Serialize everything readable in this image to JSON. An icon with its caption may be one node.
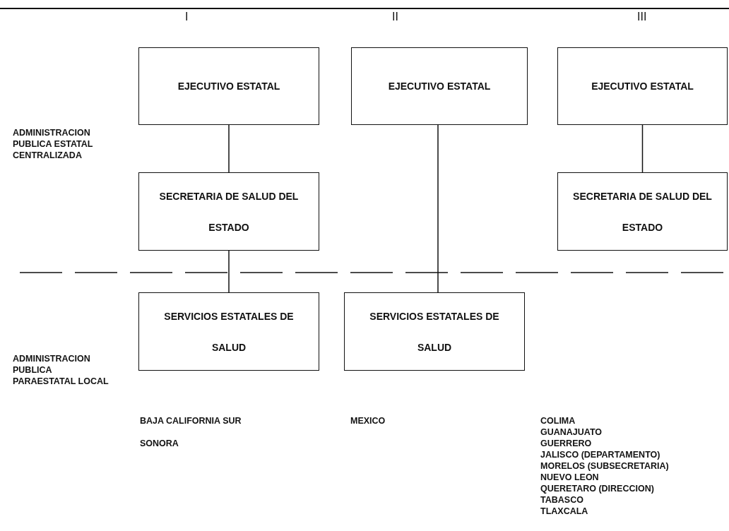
{
  "diagram": {
    "nodes": [
      {
        "text": [
          "EJECUTIVO ESTATAL"
        ]
      },
      {
        "text": [
          "SECRETARIA DE SALUD DEL ESTADO"
        ]
      },
      {
        "text": [
          "SERVICIOS ESTATALES DE SALUD"
        ]
      },
      {
        "text": [
          "EJECUTIVO ESTATAL"
        ]
      },
      {
        "text": [
          "SERVICIOS ESTATALES DE SALUD"
        ]
      },
      {
        "text": [
          "EJECUTIVO ESTATAL"
        ]
      },
      {
        "text": [
          "SECRETARIA DE SALUD DEL ESTADO"
        ]
      }
    ],
    "edges": [
      {
        "from": 0,
        "to": 1,
        "arrow": "none"
      },
      {
        "from": 1,
        "to": 2,
        "arrow": "none"
      },
      {
        "from": 3,
        "to": 4,
        "arrow": "none"
      },
      {
        "from": 5,
        "to": 6,
        "arrow": "none"
      }
    ],
    "labels": [
      "I",
      "II",
      "III",
      "ADMINISTRACION PUBLICA ESTATAL CENTRALIZADA",
      "ADMINISTRACION PUBLICA PARAESTATAL LOCAL",
      "BAJA CALIFORNIA SUR",
      "SONORA",
      "MEXICO",
      "COLIMA",
      "GUANAJUATO",
      "GUERRERO",
      "JALISCO (DEPARTAMENTO)",
      "MORELOS (SUBSECRETARIA)",
      "NUEVO LEON",
      "QUERETARO (DIRECCION)",
      "TABASCO",
      "TLAXCALA"
    ]
  }
}
